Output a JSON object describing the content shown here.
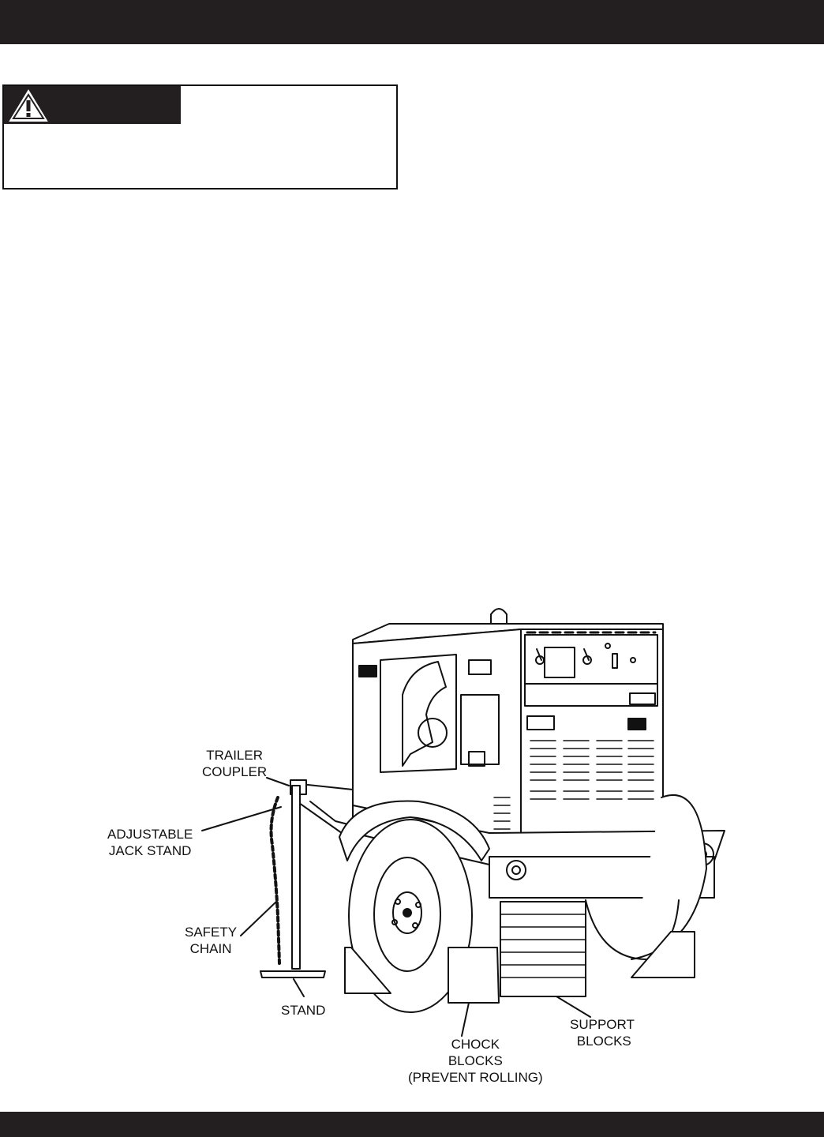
{
  "figure": {
    "labels": {
      "trailer_coupler": "TRAILER\nCOUPLER",
      "adjustable_jack_stand": "ADJUSTABLE\nJACK STAND",
      "safety_chain": "SAFETY\nCHAIN",
      "stand": "STAND",
      "chock_blocks": "CHOCK\nBLOCKS\n(PREVENT ROLLING)",
      "support_blocks": "SUPPORT\n BLOCKS"
    }
  },
  "colors": {
    "header_bar": "#231f20",
    "ink": "#111111",
    "background": "#ffffff"
  },
  "icons": {
    "warning": "warning-triangle-icon"
  }
}
